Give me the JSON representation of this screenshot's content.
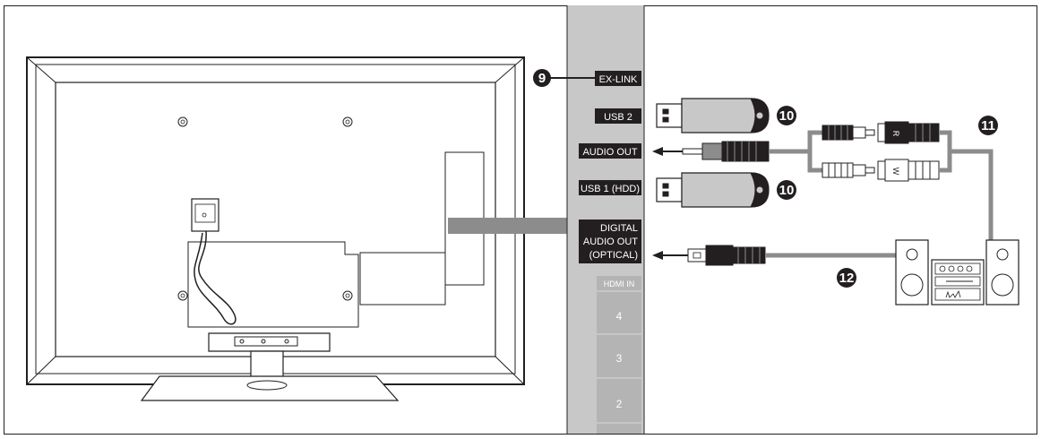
{
  "panel": {
    "ports": {
      "exlink": "EX-LINK",
      "usb2": "USB 2",
      "audio_out": "AUDIO OUT",
      "usb1": "USB 1 (HDD)",
      "digital_line1": "DIGITAL",
      "digital_line2": "AUDIO OUT",
      "digital_line3": "(OPTICAL)",
      "hdmi_in": "HDMI IN",
      "hdmi_4": "4",
      "hdmi_3": "3",
      "hdmi_2": "2"
    }
  },
  "callouts": {
    "n9": "9",
    "n10a": "10",
    "n10b": "10",
    "n11": "11",
    "n12": "12"
  },
  "cable": {
    "r": "R",
    "w": "W"
  },
  "colors": {
    "outline": "#231f20",
    "panel_gray": "#c8c8c8",
    "cable_gray": "#8c8c8c",
    "label_bg": "#231f20"
  }
}
